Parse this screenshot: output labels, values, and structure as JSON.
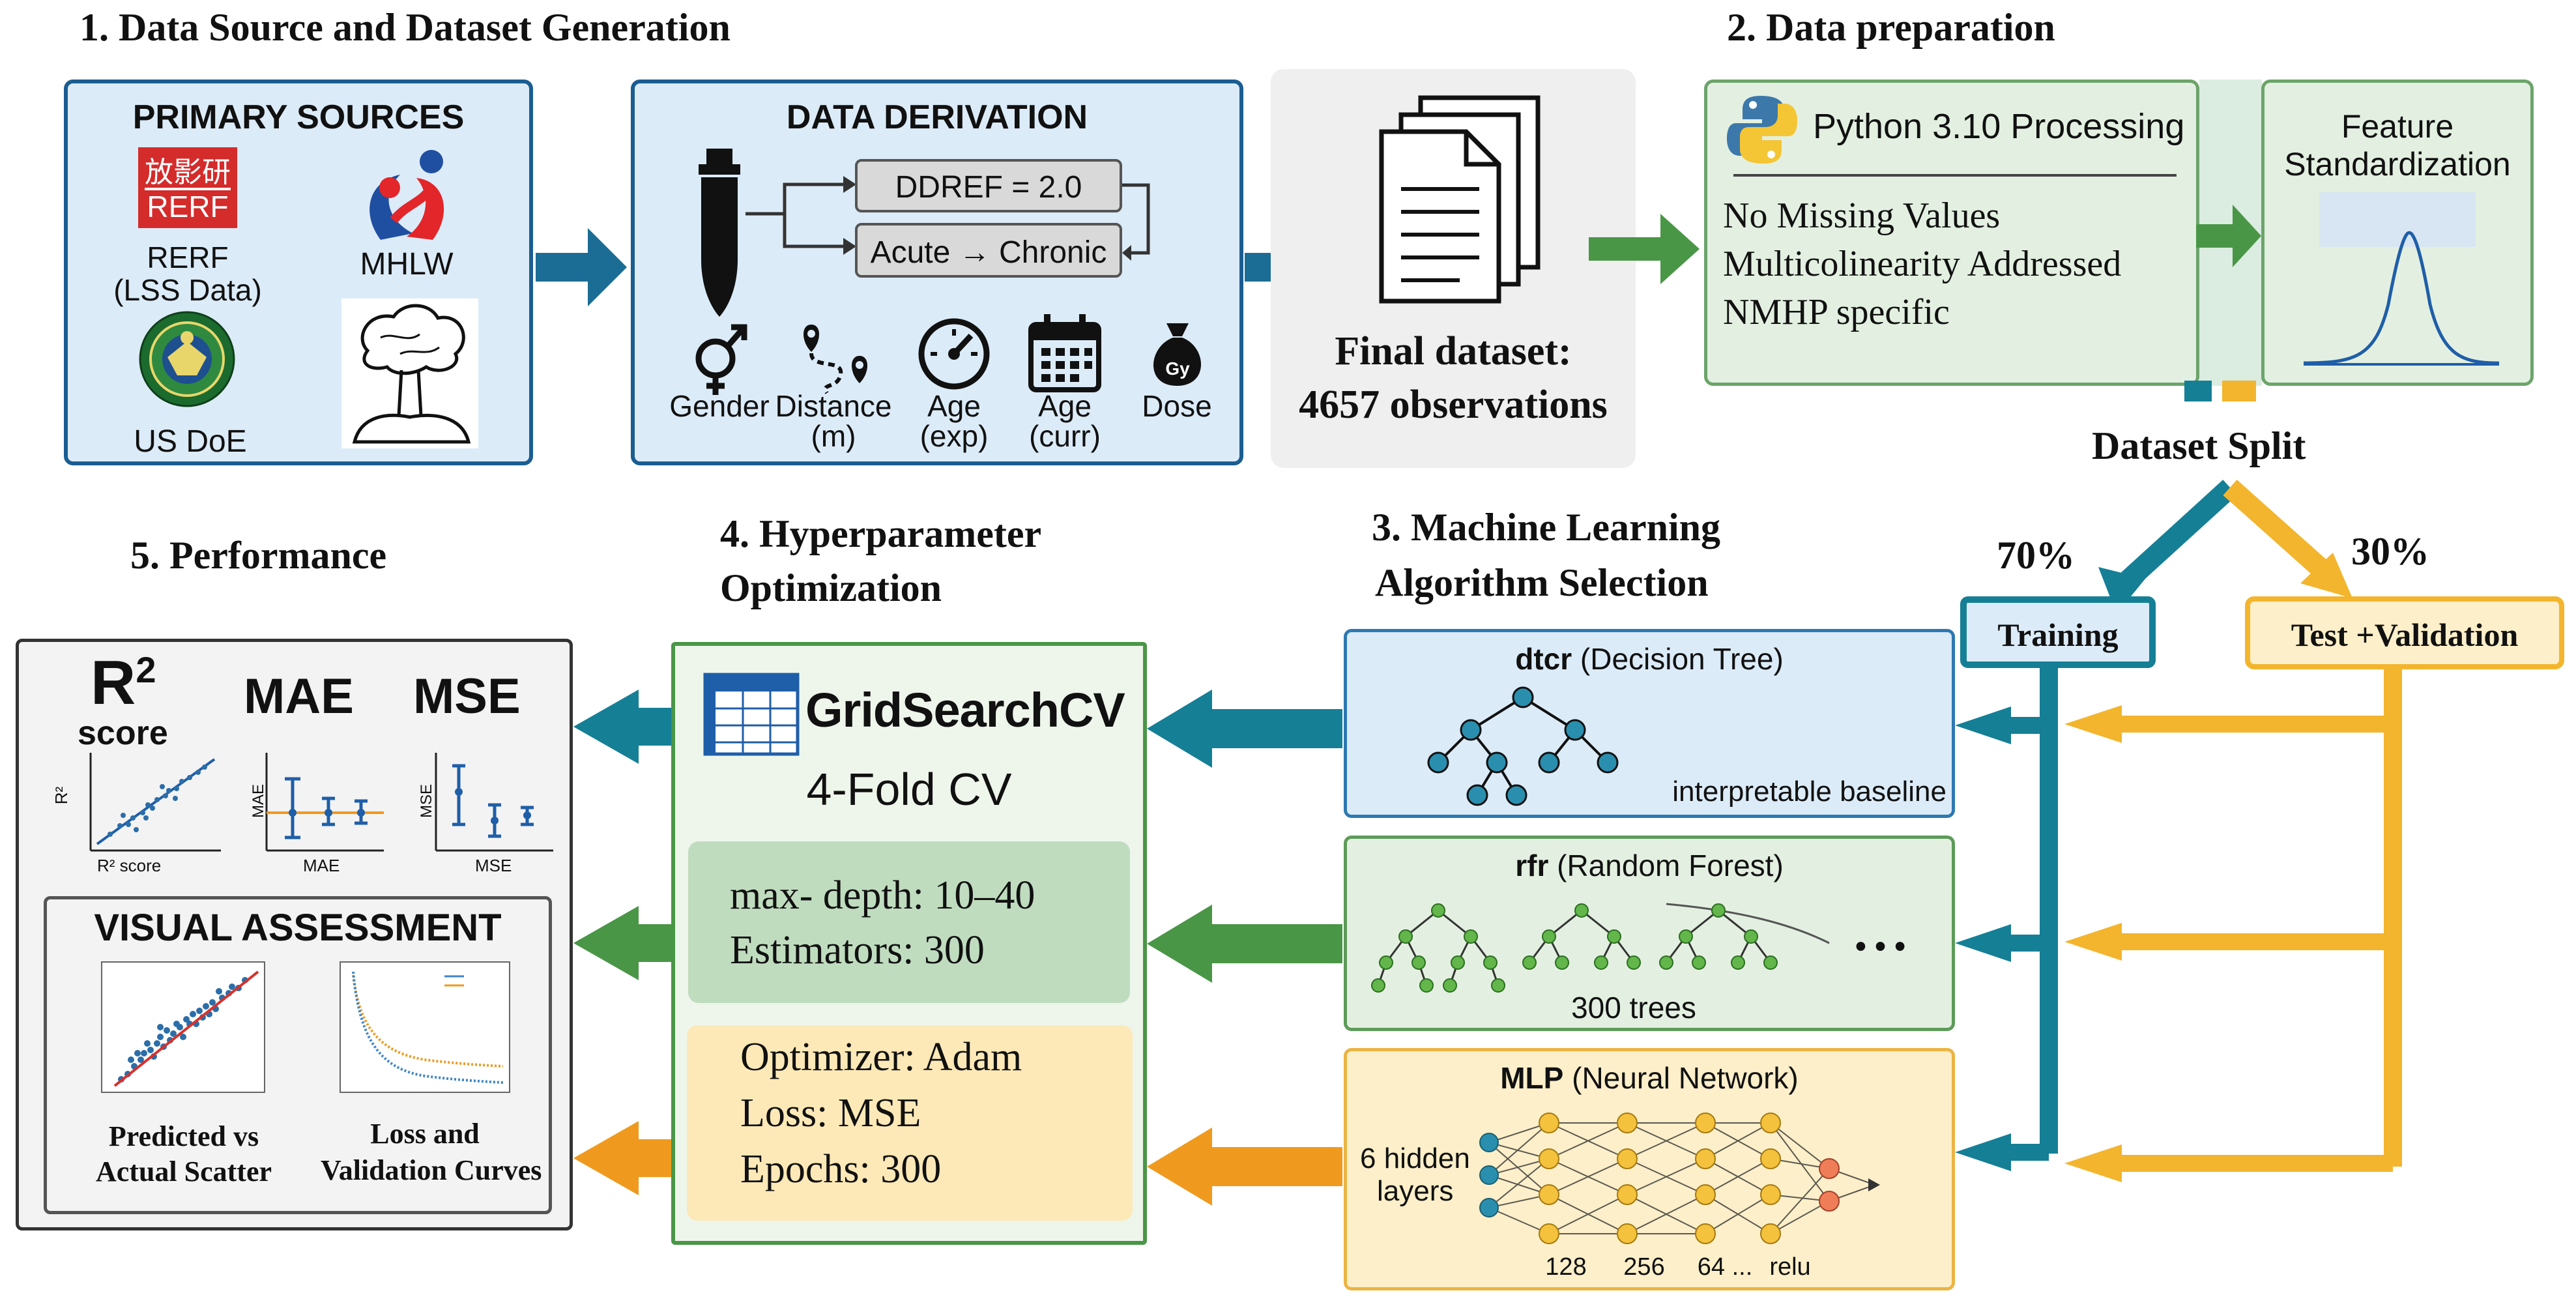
{
  "titles": {
    "s1": "1. Data Source and Dataset Generation",
    "s2": "2. Data preparation",
    "s3_line1": "3. Machine Learning",
    "s3_line2": "Algorithm Selection",
    "s4_line1": "4. Hyperparameter",
    "s4_line2": "Optimization",
    "s5": "5. Performance"
  },
  "primary_sources": {
    "heading": "PRIMARY SOURCES",
    "rerf_kanji": "放影研",
    "rerf_logo": "RERF",
    "rerf_label_1": "RERF",
    "rerf_label_2": "(LSS Data)",
    "mhlw": "MHLW",
    "usdoe": "US DoE"
  },
  "derivation": {
    "heading": "DATA DERIVATION",
    "ddref": "DDREF = 2.0",
    "acute": "Acute → Chronic",
    "features": [
      {
        "line1": "Gender",
        "line2": "",
        "icon": "gender-icon"
      },
      {
        "line1": "Distance",
        "line2": "(m)",
        "icon": "route-pin-icon"
      },
      {
        "line1": "Age",
        "line2": "(exp)",
        "icon": "gauge-icon"
      },
      {
        "line1": "Age",
        "line2": "(curr)",
        "icon": "calendar-icon"
      },
      {
        "line1": "Dose",
        "line2": "",
        "icon": "dose-bag-icon"
      }
    ],
    "dose_unit": "Gy"
  },
  "final_dataset": {
    "line1": "Final dataset:",
    "line2": "4657 observations"
  },
  "prep": {
    "python": "Python 3.10 Processing",
    "items": [
      "No Missing  Values",
      "Multicolinearity  Addressed",
      "NMHP specific"
    ],
    "feature_line1": "Feature",
    "feature_line2": "Standardization"
  },
  "split": {
    "title": "Dataset Split",
    "train_pct": "70%",
    "test_pct": "30%",
    "train_label": "Training",
    "test_label": "Test +Validation"
  },
  "models": {
    "dtcr_bold": "dtcr",
    "dtcr_name": " (Decision Tree)",
    "dtcr_note": "interpretable baseline",
    "rfr_bold": "rfr",
    "rfr_name": " (Random Forest)",
    "rfr_note": "300 trees",
    "rfr_dots": "• • •",
    "mlp_bold": "MLP",
    "mlp_name": " (Neural Network)",
    "mlp_hidden_1": "6 hidden",
    "mlp_hidden_2": "layers",
    "mlp_sizes": [
      "128",
      "256",
      "64 ...",
      "relu"
    ]
  },
  "hyper": {
    "grid": "GridSearchCV",
    "fold": "4-Fold CV",
    "depth": "max- depth: 10–40",
    "estimators": "Estimators: 300",
    "optimizer": "Optimizer: Adam",
    "loss": "Loss: MSE",
    "epochs": "Epochs: 300"
  },
  "performance": {
    "r2": "R",
    "r2_sup": "2",
    "r2_sub": "score",
    "mae": "MAE",
    "mse": "MSE",
    "r2_axis_y": "R²",
    "r2_axis_x": "R² score",
    "mae_axis": "MAE",
    "mse_axis": "MSE",
    "visual": "VISUAL ASSESSMENT",
    "scatter_1": "Predicted vs",
    "scatter_2": "Actual Scatter",
    "loss_1": "Loss and",
    "loss_2": "Validation Curves"
  },
  "colors": {
    "blue_arrow": "#1b6d95",
    "teal_arrow": "#157f96",
    "green_arrow": "#4a9647",
    "orange_arrow": "#ef9a1e",
    "yellow_line": "#f3b52d"
  }
}
